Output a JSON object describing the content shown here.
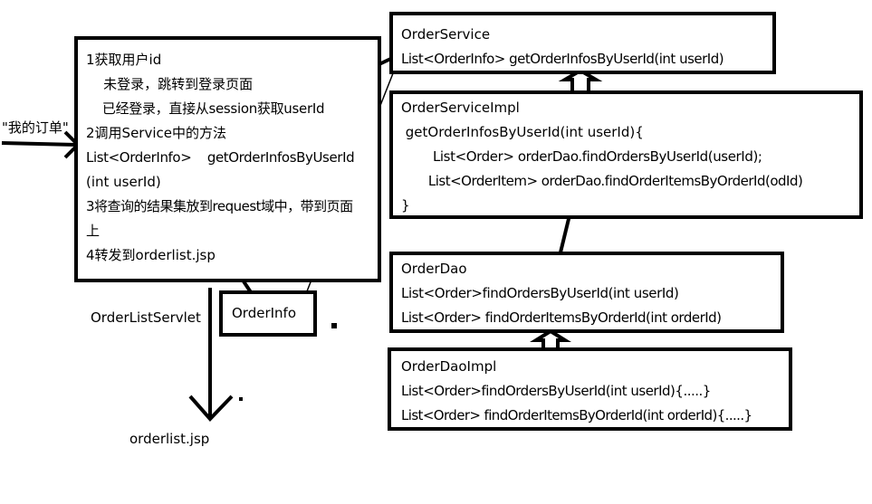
{
  "servlet": {
    "lines": [
      "1获取用户id",
      "    未登录，跳转到登录页面",
      "    已经登录，直接从session获取userId",
      "2调用Service中的方法",
      "List<OrderInfo>    getOrderInfosByUserId",
      "(int userId)",
      "3将查询的结果集放到request域中，带到页面",
      "上",
      "4转发到orderlist.jsp"
    ],
    "label": "OrderListServlet"
  },
  "input_label": "\"我的订单\"",
  "order_info": "OrderInfo",
  "orderlist": "orderlist.jsp",
  "order_service": {
    "title": "OrderService",
    "lines": [
      "List<OrderInfo> getOrderInfosByUserId(int userId)"
    ]
  },
  "order_service_impl": {
    "title": "OrderServiceImpl",
    "lines": [
      " getOrderInfosByUserId(int userId){",
      "        List<Order> orderDao.findOrdersByUserId(userId);",
      "       List<OrderItem> orderDao.findOrderItemsByOrderId(odId)",
      "}"
    ]
  },
  "order_dao": {
    "title": "OrderDao",
    "lines": [
      "List<Order>findOrdersByUserId(int userId)",
      "List<Order> findOrderItemsByOrderId(int orderId)"
    ]
  },
  "order_dao_impl": {
    "title": "OrderDaoImpl",
    "lines": [
      "List<Order>findOrdersByUserId(int userId){.....}",
      "List<Order> findOrderItemsByOrderId(int orderId){.....}"
    ]
  }
}
